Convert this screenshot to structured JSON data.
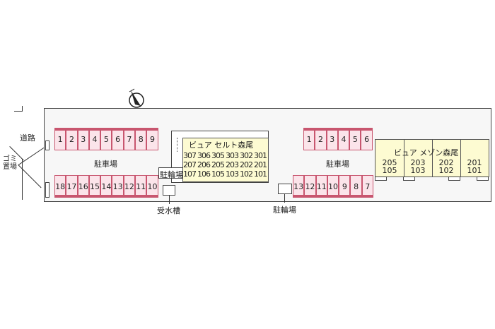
{
  "labels": {
    "road": "道路",
    "garbage": "ゴミ置場",
    "parking_left": "駐車場",
    "parking_right": "駐車場",
    "bicycle_left": "駐輪場",
    "bicycle_right": "駐輪場",
    "water_tank": "受水槽",
    "north_mark": "N"
  },
  "parking_left": {
    "top": [
      "1",
      "2",
      "3",
      "4",
      "5",
      "6",
      "7",
      "8",
      "9"
    ],
    "bottom": [
      "18",
      "17",
      "16",
      "15",
      "14",
      "13",
      "12",
      "11",
      "10"
    ]
  },
  "parking_right": {
    "top": [
      "1",
      "2",
      "3",
      "4",
      "5",
      "6"
    ],
    "bottom": [
      "13",
      "12",
      "11",
      "10",
      "9",
      "8",
      "7"
    ]
  },
  "building_left": {
    "name": "ビュア セルト森尾",
    "rows": [
      [
        "307",
        "306",
        "305",
        "303",
        "302",
        "301"
      ],
      [
        "207",
        "206",
        "205",
        "203",
        "202",
        "201"
      ],
      [
        "107",
        "106",
        "105",
        "103",
        "102",
        "101"
      ]
    ]
  },
  "building_right": {
    "name": "ビュア メゾン森尾",
    "units": [
      [
        "205",
        "105"
      ],
      [
        "203",
        "103"
      ],
      [
        "202",
        "102"
      ],
      [
        "201",
        "101"
      ]
    ]
  },
  "colors": {
    "parking_fill": "#fbe4ea",
    "parking_border": "#c8566f",
    "building_fill": "#fdfbd2"
  }
}
